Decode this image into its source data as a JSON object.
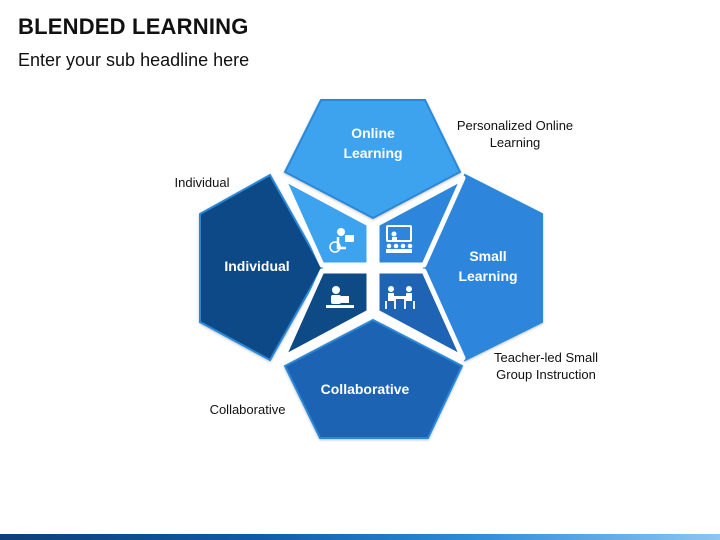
{
  "header": {
    "title": "BLENDED LEARNING",
    "subtitle": "Enter your sub headline here"
  },
  "segments": [
    {
      "key": "online",
      "label_line1": "Online",
      "label_line2": "Learning",
      "color": "#3aa0ec",
      "icon": "person-at-computer-icon",
      "caption_line1": "Personalized Online",
      "caption_line2": "Learning"
    },
    {
      "key": "small",
      "label_line1": "Small",
      "label_line2": "Learning",
      "color": "#2b7fd4",
      "icon": "presentation-board-icon",
      "caption_line1": "Teacher-led Small",
      "caption_line2": "Group Instruction"
    },
    {
      "key": "collab",
      "label_line1": "Collaborative",
      "label_line2": "",
      "color": "#1c5fae",
      "icon": "people-at-table-icon",
      "caption_line1": "Collaborative",
      "caption_line2": ""
    },
    {
      "key": "individual",
      "label_line1": "Individual",
      "label_line2": "",
      "color": "#0e4a86",
      "icon": "person-with-laptop-icon",
      "caption_line1": "Individual",
      "caption_line2": ""
    }
  ],
  "colors": {
    "outline": "#ffffff",
    "inner_border": "#ffffff",
    "bar_dark": "#0b3f78",
    "bar_light": "#8cc6f2"
  }
}
